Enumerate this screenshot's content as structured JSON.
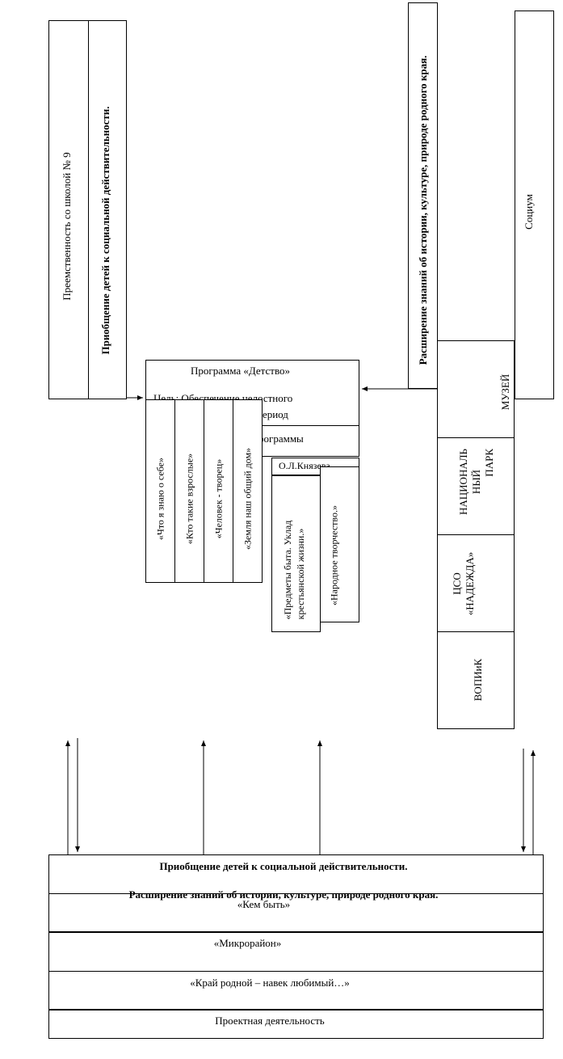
{
  "left_panel": {
    "col1": "Преемственность  со  школой № 9",
    "col2": "Приобщение детей к социальной действительности."
  },
  "right_panel": {
    "top_text": "Расширение знаний  об истории, культуре, природе родного края.",
    "socium": "Социум",
    "museum": "МУЗЕЙ",
    "park_line1": "НАЦИОНАЛЬ",
    "park_line2": "НЫЙ",
    "park_line3": "ПАРК",
    "cso_line1": "ЦСО",
    "cso_line2": "«НАДЕЖДА»",
    "vopiik": "ВОПИиК"
  },
  "program": {
    "title": "Программа  «Детство»",
    "goal_line1": "Цель: Обеспечение целостного",
    "goal_line2": "период",
    "programs_label": "рограммы",
    "author": "О.Л.Князева"
  },
  "modules_left": [
    "«Что я знаю о себе»",
    "«Кто такие взрослые»",
    "«Человек  -  творец»",
    "«Земля наш  общий  дом»"
  ],
  "modules_right": {
    "m1_line1": "«Предметы быта. Уклад",
    "m1_line2": "крестьянской жизни.»",
    "m2": "«Народное творчество.»"
  },
  "bottom": {
    "heading1": "Приобщение детей к социальной действительности.",
    "heading2": "Расширение знаний  об истории, культуре, природе родного края.",
    "rows": [
      "«Кем  быть»",
      "«Микрорайон»",
      "«Край родной – навек любимый…»",
      "Проектная деятельность"
    ]
  }
}
